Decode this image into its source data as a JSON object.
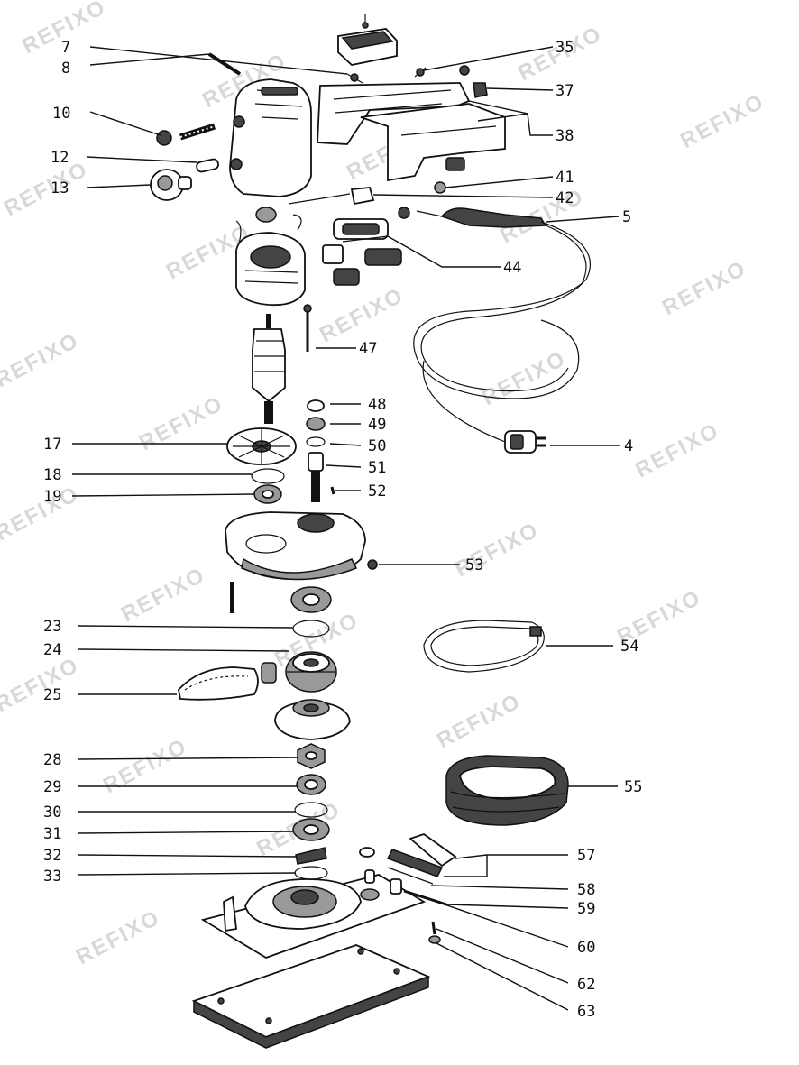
{
  "watermark": "REFIXO",
  "labels": {
    "l4": "4",
    "l5": "5",
    "l7": "7",
    "l8": "8",
    "l10": "10",
    "l12": "12",
    "l13": "13",
    "l17": "17",
    "l18": "18",
    "l19": "19",
    "l23": "23",
    "l24": "24",
    "l25": "25",
    "l28": "28",
    "l29": "29",
    "l30": "30",
    "l31": "31",
    "l32": "32",
    "l33": "33",
    "l35": "35",
    "l37": "37",
    "l38": "38",
    "l41": "41",
    "l42": "42",
    "l44": "44",
    "l47": "47",
    "l48": "48",
    "l49": "49",
    "l50": "50",
    "l51": "51",
    "l52": "52",
    "l53": "53",
    "l54": "54",
    "l55": "55",
    "l57": "57",
    "l58": "58",
    "l59": "59",
    "l60": "60",
    "l62": "62",
    "l63": "63"
  },
  "colors": {
    "ink": "#111111",
    "watermark": "#d8d8d8",
    "background": "#ffffff"
  }
}
